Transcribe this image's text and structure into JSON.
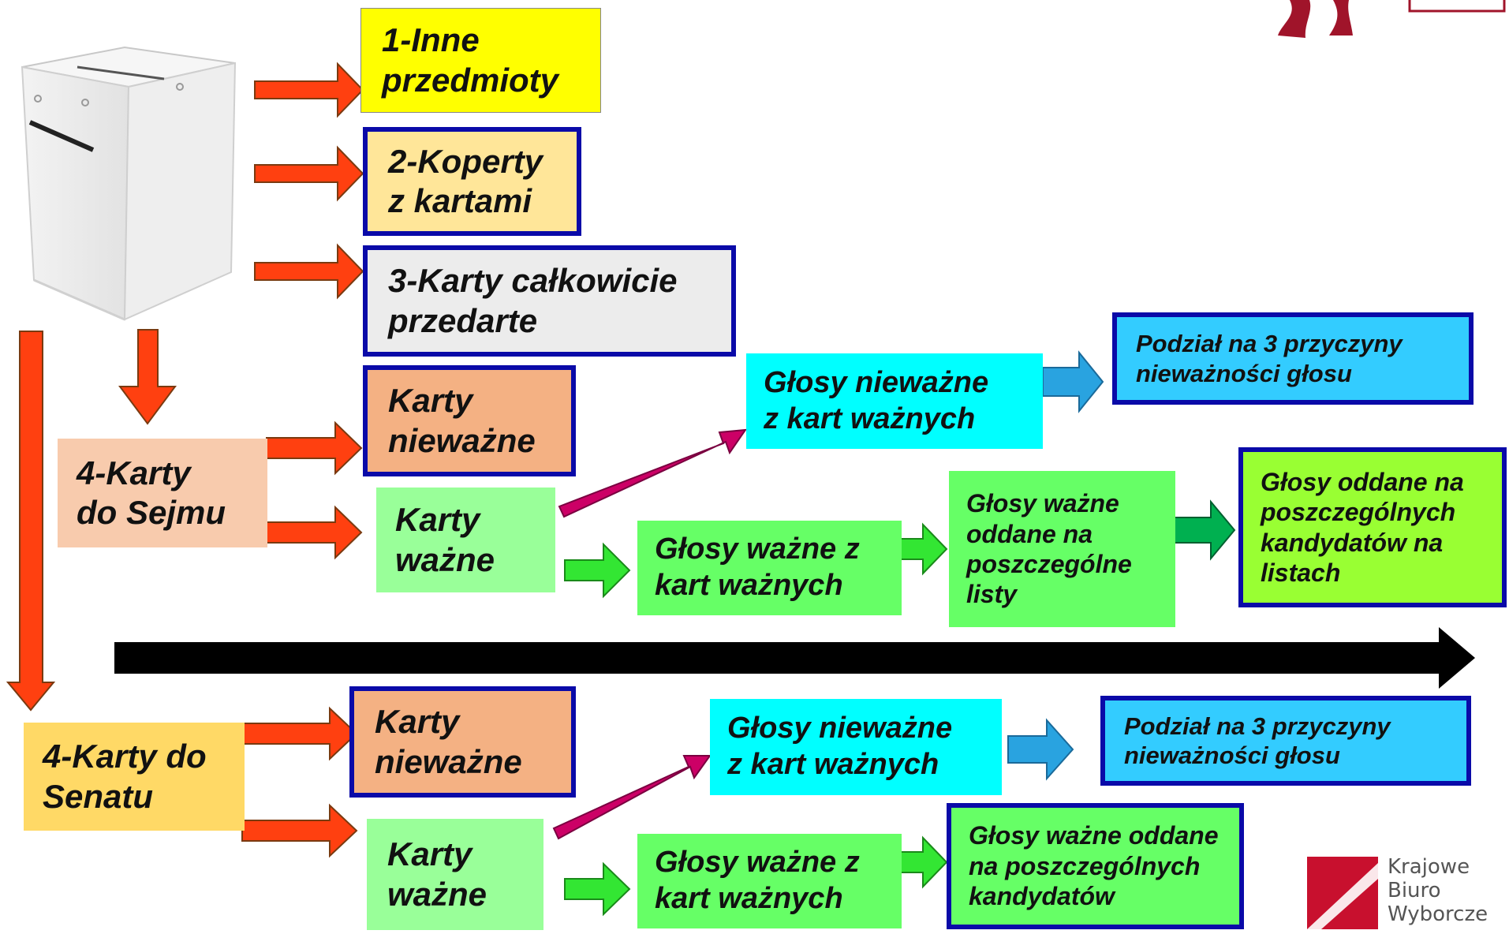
{
  "boxes": {
    "inne": [
      "1-Inne",
      "przedmioty"
    ],
    "koperty": [
      "2-Koperty",
      "z kartami"
    ],
    "przedarte": [
      "3-Karty całkowicie",
      "przedarte"
    ],
    "sejm_niewazne": [
      "Karty",
      "nieważne"
    ],
    "sejm": [
      "4-Karty",
      "do Sejmu"
    ],
    "sejm_wazne": [
      "Karty",
      "ważne"
    ],
    "sejm_glosy_niewazne": [
      "Głosy nieważne",
      "z kart ważnych"
    ],
    "sejm_podzial": [
      "Podział na 3 przyczyny",
      "nieważności głosu"
    ],
    "sejm_glosy_wazne": [
      "Głosy ważne z",
      "kart ważnych"
    ],
    "sejm_listy": [
      "Głosy ważne",
      "oddane na",
      "poszczególne",
      "listy"
    ],
    "sejm_kandydaci": [
      "Głosy oddane na",
      "poszczególnych",
      "kandydatów na",
      "listach"
    ],
    "senat": [
      "4-Karty do",
      "Senatu"
    ],
    "senat_niewazne": [
      "Karty",
      "nieważne"
    ],
    "senat_wazne": [
      "Karty",
      "ważne"
    ],
    "senat_glosy_niewazne": [
      "Głosy nieważne",
      "z kart ważnych"
    ],
    "senat_podzial": [
      "Podział na 3 przyczyny",
      "nieważności głosu"
    ],
    "senat_glosy_wazne": [
      "Głosy ważne z",
      "kart ważnych"
    ],
    "senat_kandydaci": [
      "Głosy ważne oddane",
      "na poszczególnych",
      "kandydatów"
    ]
  },
  "logo": {
    "line1": "Krajowe",
    "line2": "Biuro",
    "line3": "Wyborcze"
  },
  "colors": {
    "red_arrow": "#ff4010",
    "magenta_arrow": "#cc0066",
    "blue_arrow": "#29a3e0",
    "green_arrow": "#33e633",
    "darkgreen_arrow": "#00b050",
    "black_arrow": "#000000",
    "yellow": "#ffff00",
    "light_orange": "#ffe699",
    "light_gray": "#ececec",
    "salmon": "#f4b183",
    "peach": "#f8cbad",
    "light_green": "#99ff99",
    "cyan": "#00ffff",
    "sky_blue": "#33ccff",
    "bright_green": "#66ff66",
    "lime": "#99ff33",
    "gold": "#ffd966",
    "logo_red": "#c8102e"
  }
}
